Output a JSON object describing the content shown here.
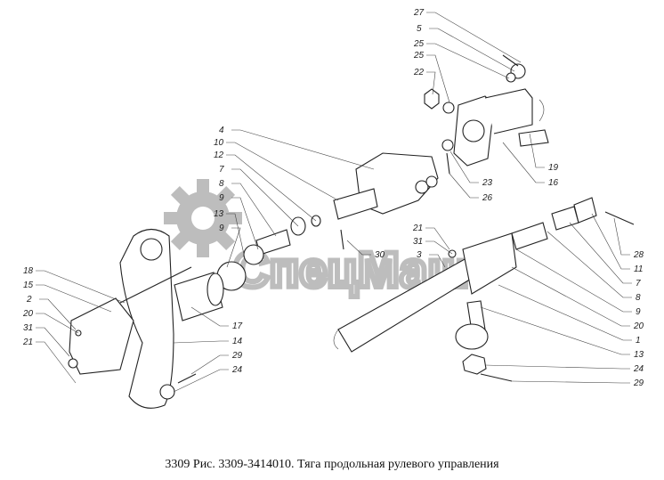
{
  "caption": "3309 Рис. 3309-3414010. Тяга продольная рулевого управления",
  "watermark": {
    "text": "СпецМаш",
    "color": "#b8b8b8"
  },
  "labels": {
    "top_right": [
      "27",
      "5",
      "25",
      "25",
      "22",
      "19",
      "16",
      "23",
      "26"
    ],
    "center": [
      "4",
      "10",
      "12",
      "7",
      "8",
      "9",
      "13",
      "9",
      "30"
    ],
    "left": [
      "18",
      "15",
      "2",
      "20",
      "31",
      "21",
      "17",
      "14",
      "29",
      "24"
    ],
    "rod": [
      "21",
      "31",
      "3"
    ],
    "right": [
      "28",
      "11",
      "7",
      "8",
      "9",
      "20",
      "1",
      "13",
      "24",
      "29"
    ]
  }
}
